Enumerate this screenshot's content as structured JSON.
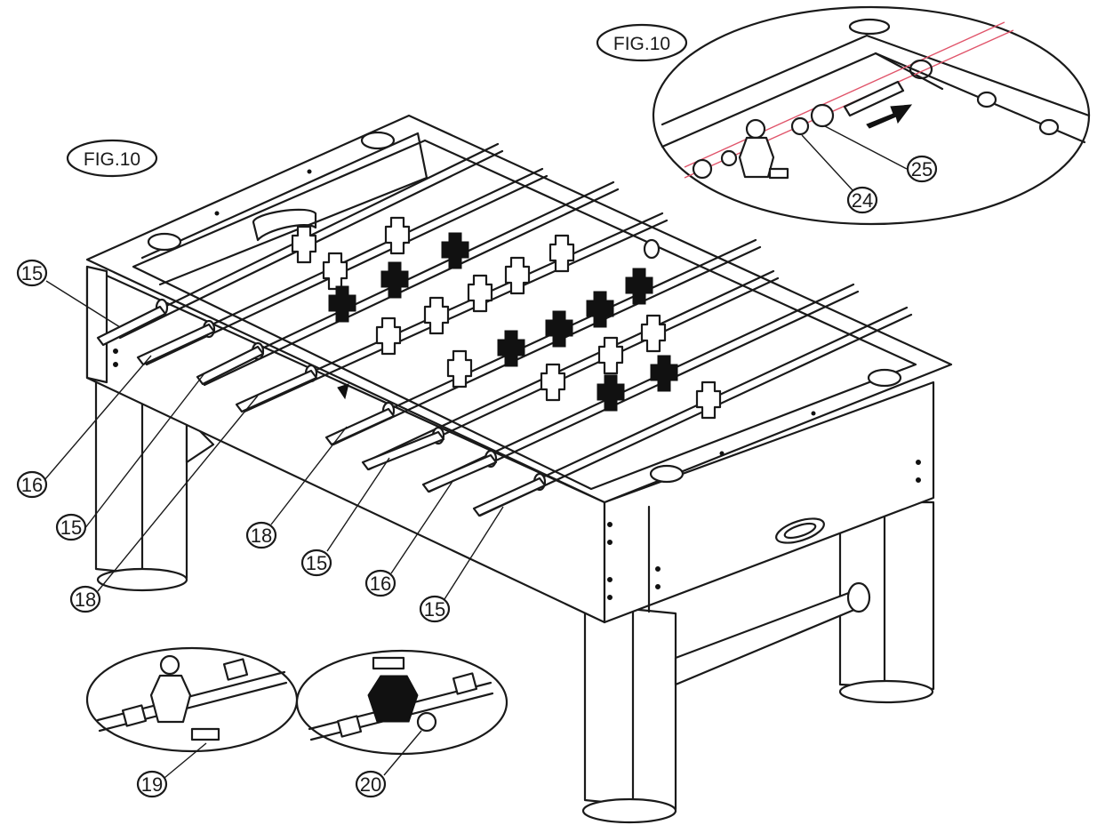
{
  "figure_labels": {
    "main": "FIG.10",
    "inset": "FIG.10"
  },
  "callouts": {
    "c15a": "15",
    "c16a": "16",
    "c15b": "15",
    "c18a": "18",
    "c18b": "18",
    "c15c": "15",
    "c16b": "16",
    "c15d": "15",
    "c19": "19",
    "c20": "20",
    "c24": "24",
    "c25": "25"
  }
}
